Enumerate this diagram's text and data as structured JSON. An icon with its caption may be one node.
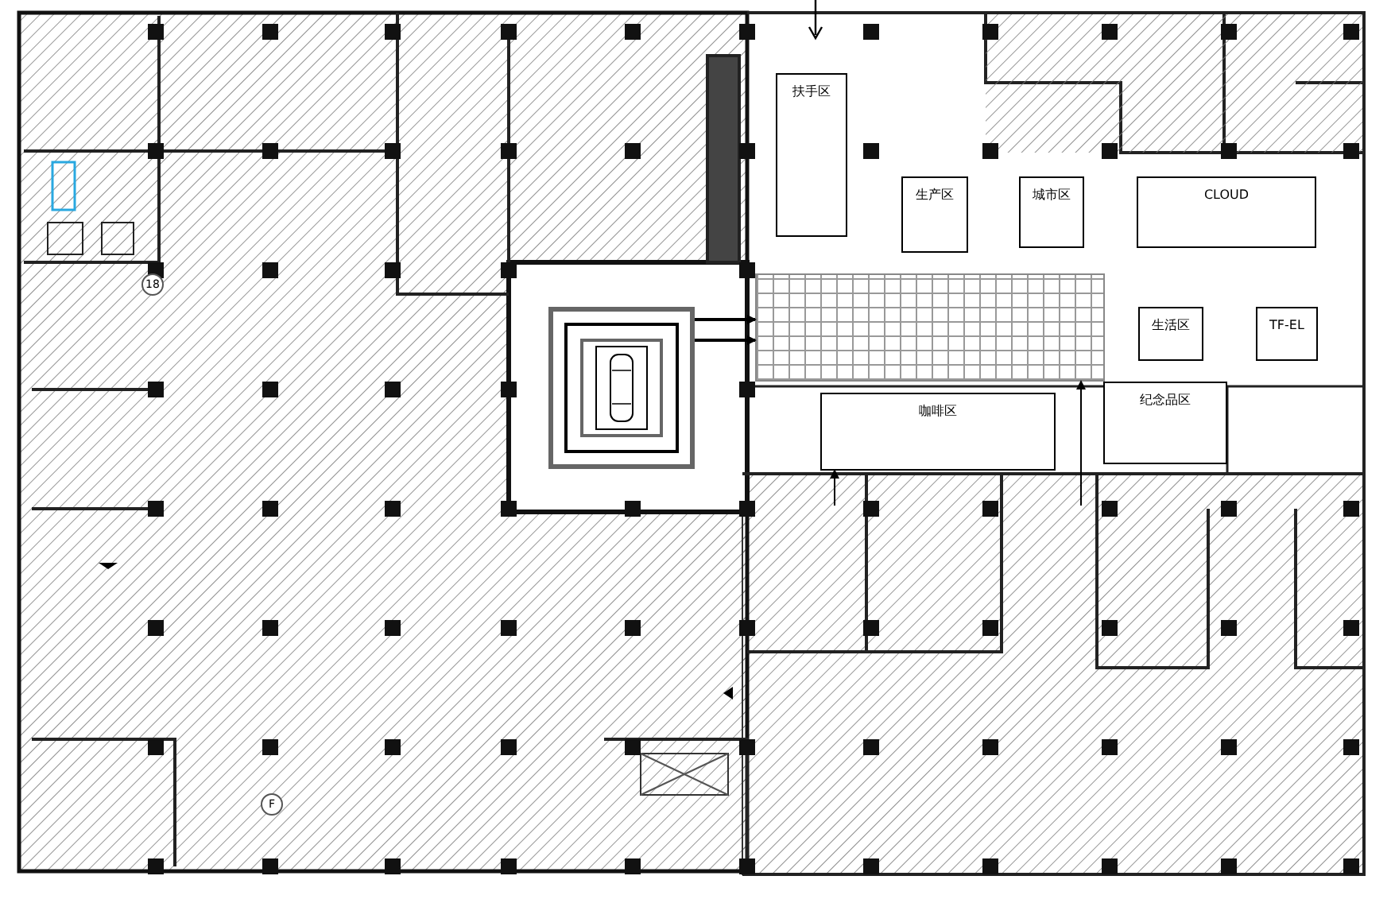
{
  "diagram": {
    "nodes": [
      {
        "text": [
          "扶手区"
        ]
      },
      {
        "text": [
          "生产区"
        ]
      },
      {
        "text": [
          "城市区"
        ]
      },
      {
        "text": [
          "CLOUD"
        ]
      },
      {
        "text": [
          "生活区"
        ]
      },
      {
        "text": [
          "TF-EL"
        ]
      },
      {
        "text": [
          "咖啡区"
        ]
      },
      {
        "text": [
          "纪念品区"
        ]
      },
      {
        "text": [],
        "shape": "picture"
      },
      {
        "text": [],
        "shape": "box"
      }
    ],
    "edges": [
      {
        "from": 8,
        "to": 9,
        "arrow": "to"
      },
      {
        "from": 8,
        "to": 9,
        "arrow": "to"
      },
      {
        "from": null,
        "to": 6,
        "arrow": "to"
      },
      {
        "from": null,
        "to": 9,
        "arrow": "to"
      }
    ],
    "labels": [
      "18",
      "F"
    ]
  }
}
